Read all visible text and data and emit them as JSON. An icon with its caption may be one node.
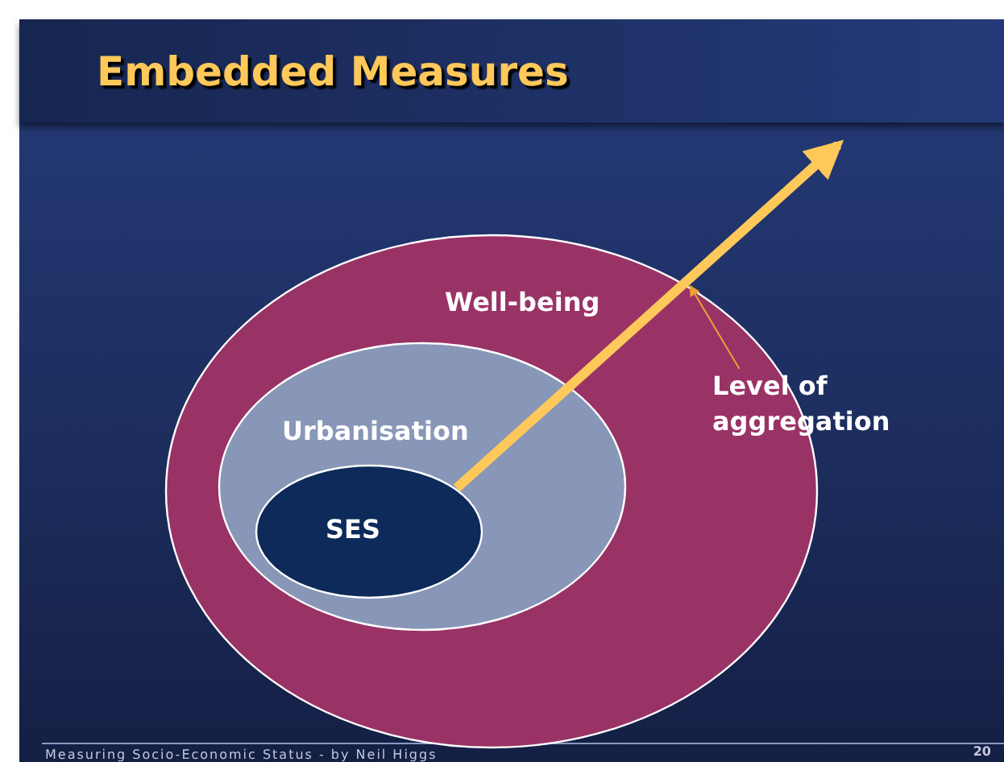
{
  "diagram": {
    "title": "Embedded Measures",
    "nodes": [
      {
        "text": [
          "Well-being"
        ]
      },
      {
        "text": [
          "Urbanisation"
        ],
        "in": 0
      },
      {
        "text": [
          "SES"
        ],
        "in": 1
      },
      {
        "text": [
          "Level of aggregation"
        ]
      }
    ],
    "edges": [
      {
        "from": 2,
        "to": null,
        "arrow": "to",
        "style": "thick",
        "color": "#ffc85a"
      },
      {
        "from": 3,
        "to": 0,
        "arrow": "to"
      }
    ],
    "labels": [
      "Measuring Socio-Economic Status - by Neil Higgs",
      "20"
    ]
  }
}
